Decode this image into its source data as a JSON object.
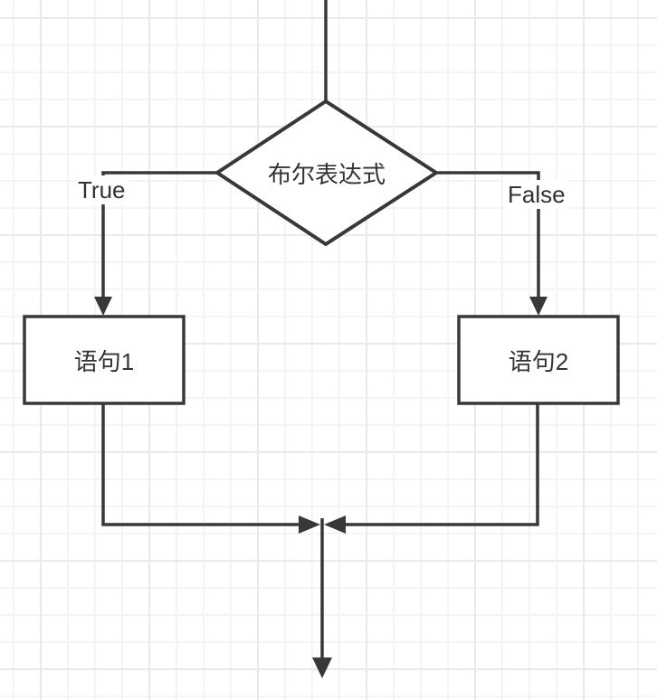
{
  "diagram": {
    "type": "flowchart",
    "title": "if-else branch flowchart",
    "colors": {
      "stroke": "#383838",
      "text": "#333333",
      "shape_fill": "#ffffff",
      "grid_minor": "#f4f4f4",
      "grid_major": "#eaeaea",
      "canvas": "#ffffff"
    },
    "nodes": [
      {
        "id": "decision",
        "shape": "diamond",
        "label": "布尔表达式"
      },
      {
        "id": "statement1",
        "shape": "rectangle",
        "label": "语句1"
      },
      {
        "id": "statement2",
        "shape": "rectangle",
        "label": "语句2"
      }
    ],
    "edges": [
      {
        "id": "entry-to-decision",
        "from": "entry",
        "to": "decision",
        "label": ""
      },
      {
        "id": "decision-true",
        "from": "decision",
        "to": "statement1",
        "label": "True"
      },
      {
        "id": "decision-false",
        "from": "decision",
        "to": "statement2",
        "label": "False"
      },
      {
        "id": "statement1-to-merge",
        "from": "statement1",
        "to": "merge",
        "label": ""
      },
      {
        "id": "statement2-to-merge",
        "from": "statement2",
        "to": "merge",
        "label": ""
      },
      {
        "id": "merge-to-exit",
        "from": "merge",
        "to": "exit",
        "label": ""
      }
    ]
  }
}
